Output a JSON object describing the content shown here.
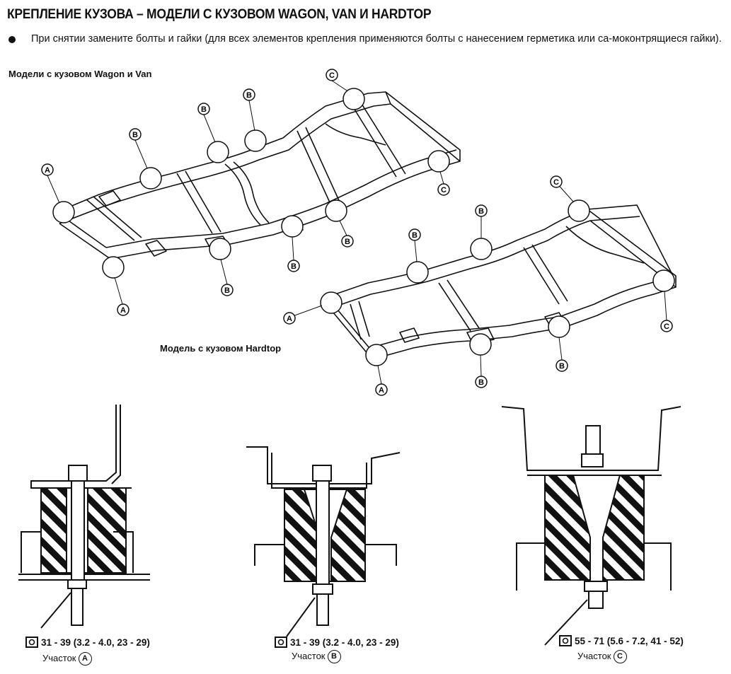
{
  "title": "КРЕПЛЕНИЕ КУЗОВА – МОДЕЛИ С КУЗОВОМ WAGON, VAN И HARDTOP",
  "note": "При снятии замените болты и гайки (для всех элементов крепления применяются болты с нанесением герметика или са-моконтрящиеся гайки).",
  "wagon_label": "Модели с кузовом Wagon и Van",
  "hardtop_label": "Модель с кузовом Hardtop",
  "callout_letters": {
    "a": "A",
    "b": "B",
    "c": "C"
  },
  "mounts": [
    {
      "torque": "31 - 39",
      "torque_alt": "(3.2 - 4.0, 23 - 29)",
      "section_prefix": "Участок",
      "section_letter": "A"
    },
    {
      "torque": "31 - 39",
      "torque_alt": "(3.2 - 4.0, 23 - 29)",
      "section_prefix": "Участок",
      "section_letter": "B"
    },
    {
      "torque": "55 - 71",
      "torque_alt": "(5.6 - 7.2, 41 - 52)",
      "section_prefix": "Участок",
      "section_letter": "C"
    }
  ]
}
